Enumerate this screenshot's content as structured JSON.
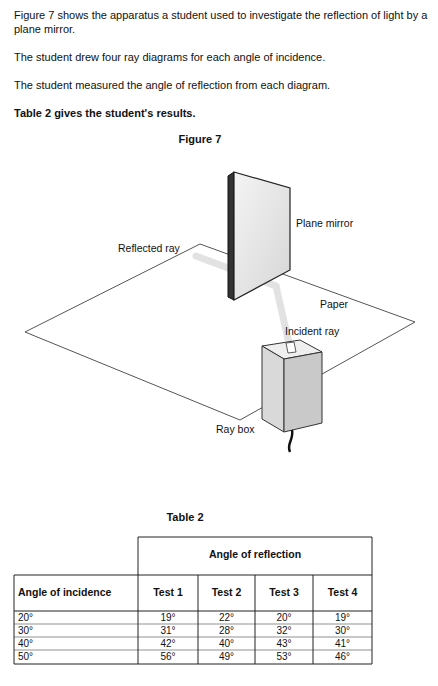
{
  "diagram": {
    "labels": [
      "Figure 7 shows the apparatus a student used to investigate the reflection of light by a plane mirror.",
      "The student drew four ray diagrams for each angle of incidence.",
      "The student measured the angle of reflection from each diagram.",
      "Table 2 gives the student's results.",
      "Figure 7",
      "Reflected ray",
      "Plane mirror",
      "Paper",
      "Incident ray",
      "Ray box",
      "Table 2",
      "Angle of reflection",
      "Angle of incidence",
      "Test 1",
      "Test 2",
      "Test 3",
      "Test 4",
      "20°",
      "19°",
      "22°",
      "20°",
      "19°",
      "30°",
      "31°",
      "28°",
      "32°",
      "30°",
      "40°",
      "42°",
      "40°",
      "43°",
      "41°",
      "50°",
      "56°",
      "49°",
      "53°",
      "46°"
    ]
  }
}
